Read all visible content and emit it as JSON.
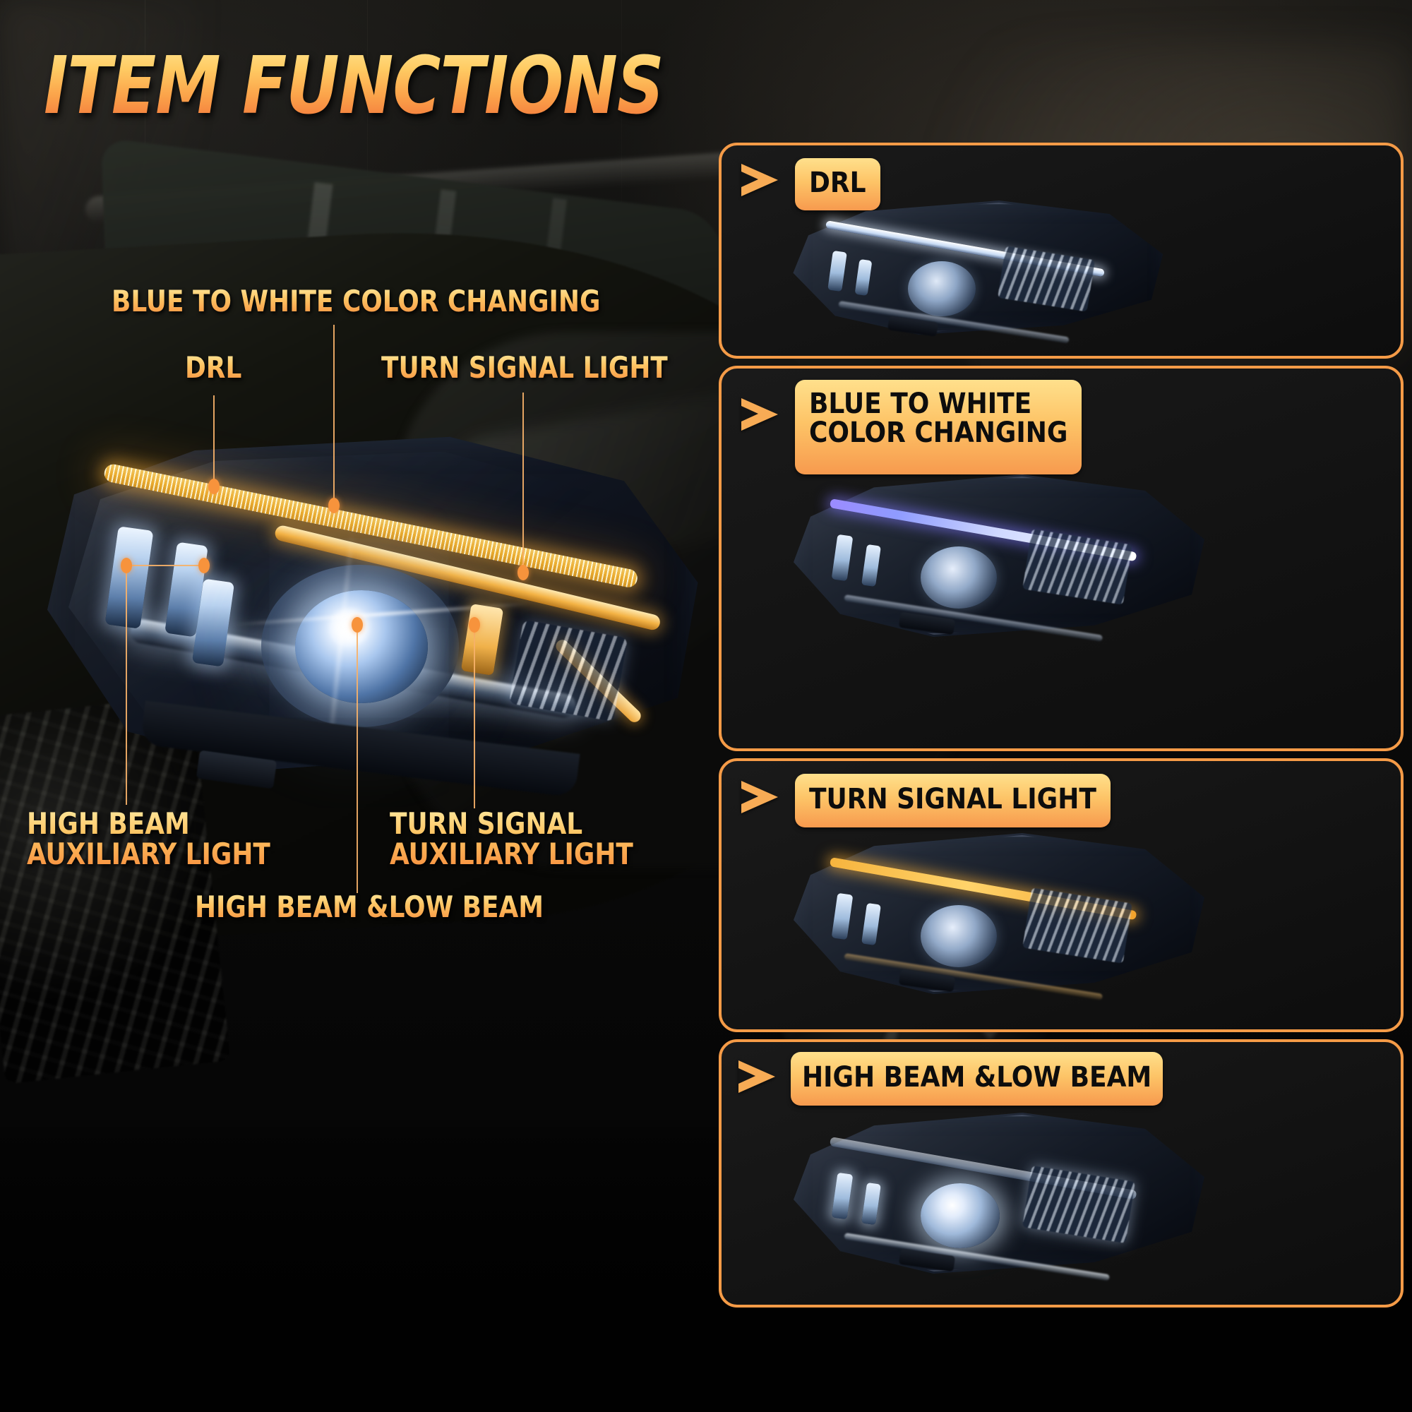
{
  "page": {
    "title": "ITEM FUNCTIONS",
    "accent_orange": "#f59b47",
    "badge_gradient_top": "#ffe08c",
    "badge_gradient_bottom": "#f79a4e",
    "label_gradient_top": "#ffe79b",
    "label_gradient_bottom": "#f8903f",
    "background": "#050505",
    "callout_line_color": "#f6b169",
    "callout_dot_color": "#f7933c"
  },
  "main_photo": {
    "name": "headlight-assembly-photo",
    "description": "Mercedes-Benz C-Class LED projector headlight assembly shown illuminated on a dark car"
  },
  "callouts": [
    {
      "id": "drl",
      "label": "DRL",
      "lines": 1
    },
    {
      "id": "blue-to-white",
      "label": "BLUE TO WHITE COLOR CHANGING",
      "lines": 1
    },
    {
      "id": "turn-signal",
      "label": "TURN SIGNAL LIGHT",
      "lines": 1
    },
    {
      "id": "high-beam-aux",
      "label": "HIGH BEAM\nAUXILIARY LIGHT",
      "lines": 2
    },
    {
      "id": "turn-signal-aux",
      "label": "TURN SIGNAL\nAUXILIARY LIGHT",
      "lines": 2
    },
    {
      "id": "high-low-beam",
      "label": "HIGH BEAM &LOW BEAM",
      "lines": 1
    }
  ],
  "panels": [
    {
      "id": "panel-drl",
      "badge": "DRL",
      "arrow_icon": "triangle-right-icon",
      "mode": "drl",
      "strip_color": "#eef5ff",
      "image_alt": "Headlight with white DRL light strip illuminated"
    },
    {
      "id": "panel-blue-to-white",
      "badge": "BLUE TO WHITE\nCOLOR CHANGING",
      "arrow_icon": "triangle-right-icon",
      "mode": "blue-to-white",
      "strip_color": "#7b6bff",
      "image_alt": "Headlight with blue to white color changing light strip"
    },
    {
      "id": "panel-turn-signal",
      "badge": "TURN SIGNAL LIGHT",
      "arrow_icon": "triangle-right-icon",
      "mode": "turn-signal",
      "strip_color": "#f3ad3c",
      "image_alt": "Headlight with amber turn signal light strip illuminated"
    },
    {
      "id": "panel-high-low-beam",
      "badge": "HIGH BEAM &LOW BEAM",
      "arrow_icon": "triangle-right-icon",
      "mode": "high-low-beam",
      "strip_color": "#dbe8ff",
      "image_alt": "Headlight with high beam and low beam projector illuminated"
    }
  ]
}
